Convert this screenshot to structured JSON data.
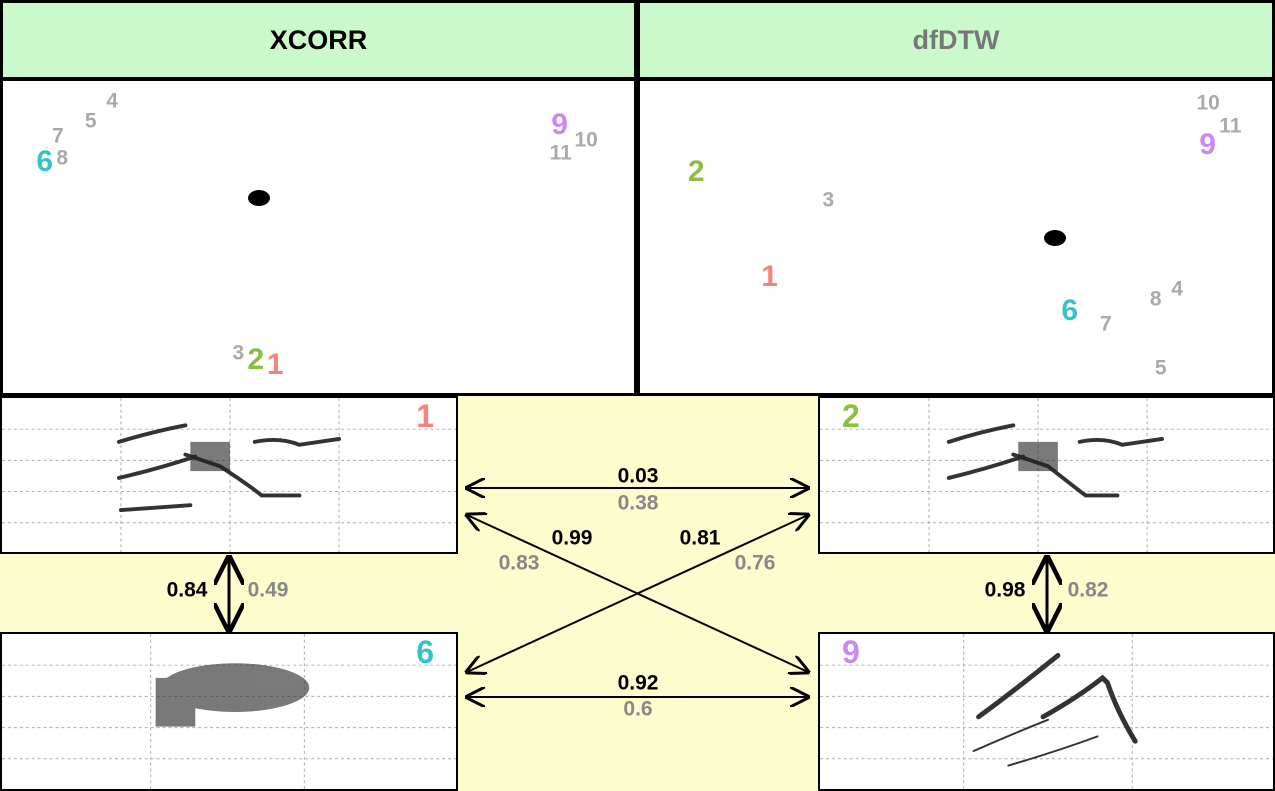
{
  "headers": {
    "left": "XCORR",
    "right": "dfDTW"
  },
  "colors": {
    "1": "#f4857a",
    "2": "#8cbf3f",
    "6": "#34c3c8",
    "9": "#c98af0",
    "other": "#aaaaaa",
    "header_bg": "#ccf9cc",
    "bg": "#fdfccd"
  },
  "chart_data": [
    {
      "type": "scatter",
      "title": "XCORR",
      "centroid": [
        40.5,
        37.5
      ],
      "points": [
        {
          "label": "4",
          "x": 17.3,
          "y": 6.3
        },
        {
          "label": "5",
          "x": 13.9,
          "y": 12.7
        },
        {
          "label": "7",
          "x": 8.7,
          "y": 17.5
        },
        {
          "label": "8",
          "x": 9.1,
          "y": 24.8
        },
        {
          "label": "6",
          "x": 6.9,
          "y": 26,
          "highlight": true
        },
        {
          "label": "11",
          "x": 88.7,
          "y": 21.3
        },
        {
          "label": "10",
          "x": 92.1,
          "y": 19
        },
        {
          "label": "9",
          "x": 88.2,
          "y": 15.9,
          "highlight": true
        },
        {
          "label": "3",
          "x": 37.8,
          "y": 87.3
        },
        {
          "label": "1",
          "x": 42.2,
          "y": 91.1,
          "highlight": true
        },
        {
          "label": "2",
          "x": 40.5,
          "y": 89.5,
          "highlight": true
        }
      ]
    },
    {
      "type": "scatter",
      "title": "dfDTW",
      "centroid": [
        65.7,
        50.2
      ],
      "points": [
        {
          "label": "10",
          "x": 89.9,
          "y": 7.3
        },
        {
          "label": "11",
          "x": 93.4,
          "y": 14.3
        },
        {
          "label": "9",
          "x": 89.8,
          "y": 20.6,
          "highlight": true
        },
        {
          "label": "2",
          "x": 8.9,
          "y": 29.2,
          "highlight": true
        },
        {
          "label": "3",
          "x": 29.8,
          "y": 38.1
        },
        {
          "label": "1",
          "x": 20.5,
          "y": 62.9,
          "highlight": true
        },
        {
          "label": "8",
          "x": 81.6,
          "y": 69.8
        },
        {
          "label": "4",
          "x": 85,
          "y": 66.7
        },
        {
          "label": "6",
          "x": 68,
          "y": 73.7,
          "highlight": true
        },
        {
          "label": "7",
          "x": 73.7,
          "y": 77.8
        },
        {
          "label": "5",
          "x": 82.4,
          "y": 92.1
        }
      ]
    }
  ],
  "spectrograms": {
    "tl": "1",
    "tr": "2",
    "bl": "6",
    "br": "9"
  },
  "similarities": {
    "s1_s2": {
      "xcorr": "0.03",
      "dfdtw": "0.38"
    },
    "s6_s9": {
      "xcorr": "0.92",
      "dfdtw": "0.6"
    },
    "s1_s9": {
      "xcorr": "0.99",
      "dfdtw": "0.83"
    },
    "s6_s2": {
      "xcorr": "0.81",
      "dfdtw": "0.76"
    },
    "s1_s6": {
      "xcorr": "0.84",
      "dfdtw": "0.49"
    },
    "s2_s9": {
      "xcorr": "0.98",
      "dfdtw": "0.82"
    }
  }
}
